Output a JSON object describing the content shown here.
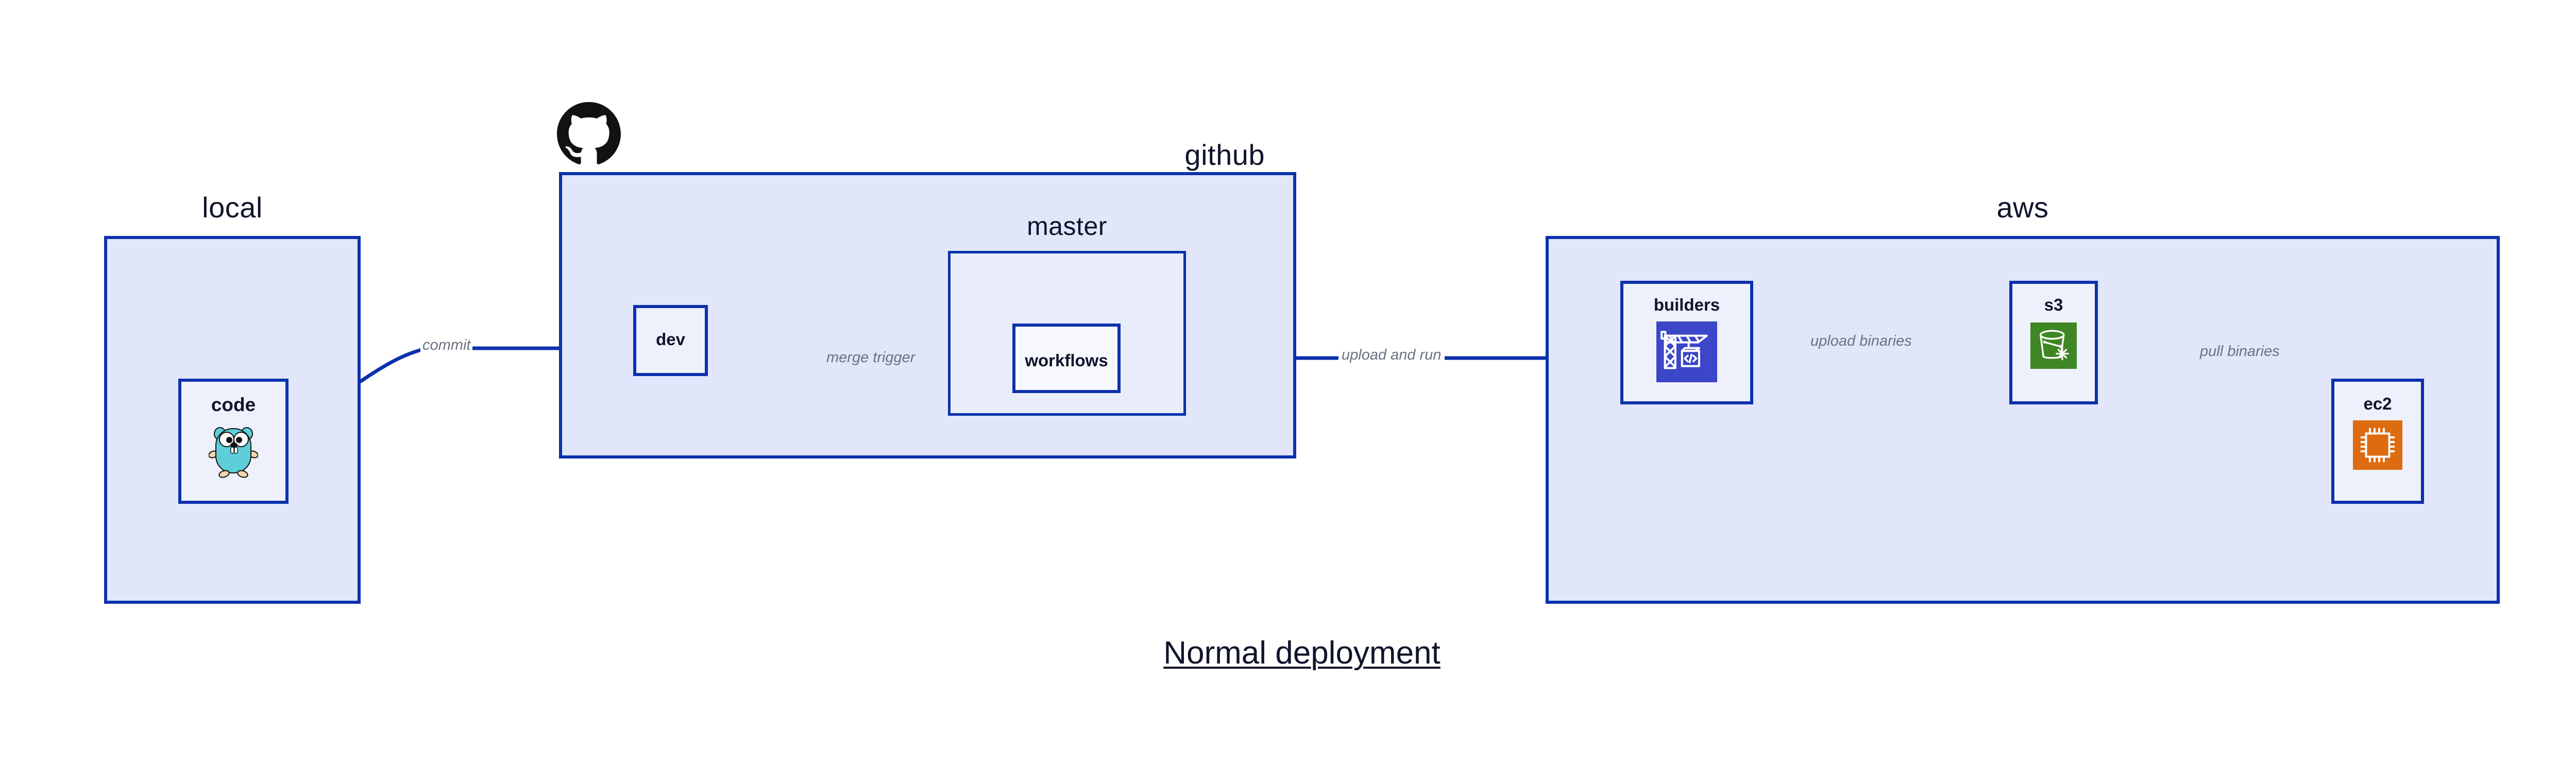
{
  "diagram": {
    "title": "Normal deployment",
    "accent_border": "#0c31ad",
    "group_fill": "#e1e6fa",
    "nested_fill": "#e9edfb",
    "node_fill": "#eef1fb",
    "edge_label_color": "#6b7280",
    "text_color": "#10142b"
  },
  "groups": {
    "local": {
      "label": "local"
    },
    "github": {
      "label": "github",
      "logo_icon": "github-octocat-icon"
    },
    "master": {
      "label": "master"
    },
    "aws": {
      "label": "aws"
    }
  },
  "nodes": {
    "code": {
      "label": "code",
      "icon": "go-gopher-icon",
      "icon_color": "#5ecfd8"
    },
    "dev": {
      "label": "dev",
      "icon": "none"
    },
    "workflows": {
      "label": "workflows",
      "icon": "none"
    },
    "builders": {
      "label": "builders",
      "icon": "aws-codebuild-crane-icon",
      "icon_color": "#3c46c8"
    },
    "s3": {
      "label": "s3",
      "icon": "aws-s3-glacier-bucket-icon",
      "icon_color": "#3f8624"
    },
    "ec2": {
      "label": "ec2",
      "icon": "aws-ec2-chip-icon",
      "icon_color": "#dd6b10"
    }
  },
  "edges": [
    {
      "id": "commit",
      "label": "commit",
      "from": "code",
      "to": "dev"
    },
    {
      "id": "merge-trigger",
      "label": "merge trigger",
      "from": "dev",
      "to": "workflows"
    },
    {
      "id": "upload-and-run",
      "label": "upload and run",
      "from": "workflows",
      "to": "builders"
    },
    {
      "id": "upload-binaries",
      "label": "upload binaries",
      "from": "builders",
      "to": "s3"
    },
    {
      "id": "pull-binaries",
      "label": "pull binaries",
      "from": "s3",
      "to": "ec2"
    }
  ]
}
